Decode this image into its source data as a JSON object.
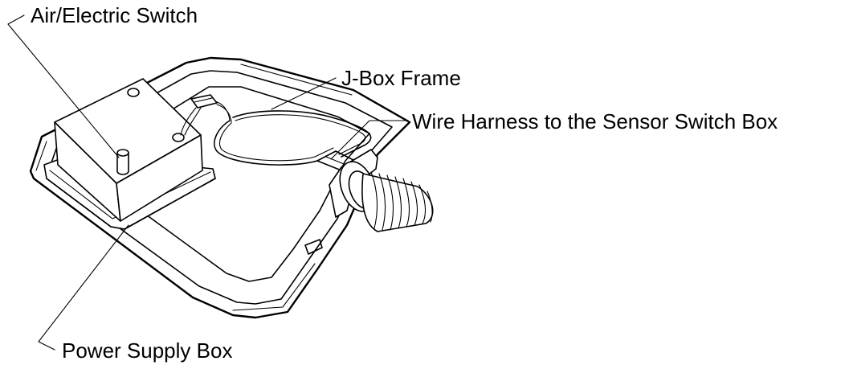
{
  "labels": {
    "air_electric_switch": "Air/Electric Switch",
    "j_box_frame": "J-Box Frame",
    "wire_harness": "Wire Harness to the Sensor Switch Box",
    "power_supply_box": "Power Supply Box"
  },
  "colors": {
    "line": "#000000",
    "background": "#ffffff"
  }
}
